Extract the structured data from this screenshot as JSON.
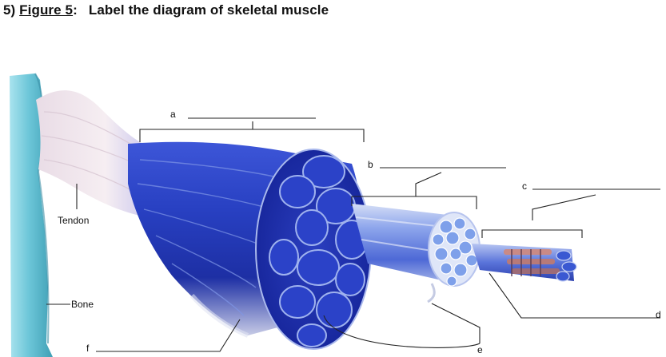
{
  "heading": {
    "number": "5)",
    "figure": "Figure 5",
    "colon": ":",
    "title": "Label the diagram of skeletal muscle"
  },
  "labels": {
    "tendon": "Tendon",
    "bone": "Bone",
    "a": "a",
    "b": "b",
    "c": "c",
    "d": "d",
    "e": "e",
    "f": "f"
  },
  "colors": {
    "bone": "#6cc6d8",
    "muscle_dark": "#1a2fa8",
    "muscle_light": "#8fa8ee",
    "tendon": "#f2e8ee",
    "myofibril_pink": "#c98a86"
  }
}
